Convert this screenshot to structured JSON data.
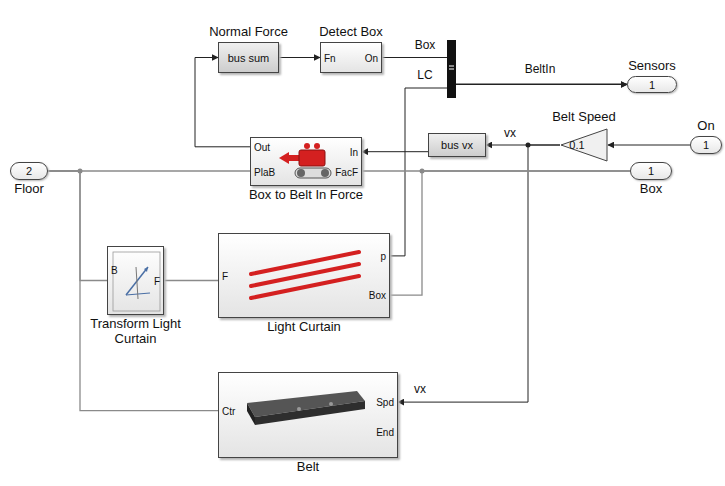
{
  "diagram": {
    "nodes": [
      {
        "text": [
          "Normal Force",
          "bus sum"
        ]
      },
      {
        "text": [
          "Detect Box",
          "Fn",
          "On"
        ]
      },
      {
        "text": [
          "Sensors",
          "1"
        ]
      },
      {
        "text": [
          "Belt Speed",
          "0.1"
        ]
      },
      {
        "text": [
          "On",
          "1"
        ]
      },
      {
        "text": [
          "bus vx"
        ]
      },
      {
        "text": [
          "Box to Belt In Force",
          "Out",
          "In",
          "PlaB",
          "FacF"
        ]
      },
      {
        "text": [
          "Floor",
          "2"
        ]
      },
      {
        "text": [
          "Box",
          "1"
        ]
      },
      {
        "text": [
          "Transform Light Curtain",
          "B",
          "F"
        ]
      },
      {
        "text": [
          "Light Curtain",
          "F",
          "p",
          "Box"
        ]
      },
      {
        "text": [
          "Belt",
          "Ctr",
          "Spd",
          "End"
        ]
      }
    ],
    "edges": [
      {
        "from": 4,
        "to": 3,
        "arrow": "to"
      },
      {
        "from": 3,
        "to": 5,
        "label": "vx",
        "arrow": "to"
      },
      {
        "from": 3,
        "to": 11,
        "label": "vx",
        "arrow": "to"
      },
      {
        "from": 5,
        "to": 6,
        "arrow": "to"
      },
      {
        "from": 6,
        "to": 0,
        "arrow": "to"
      },
      {
        "from": 0,
        "to": 1,
        "arrow": "to"
      },
      {
        "from": 1,
        "to": 2,
        "label": "Box",
        "arrow": "to"
      },
      {
        "from": 10,
        "to": 2,
        "label": "LC",
        "arrow": "to"
      },
      {
        "from": 7,
        "to": 6,
        "arrow": "none"
      },
      {
        "from": 7,
        "to": 9,
        "arrow": "none"
      },
      {
        "from": 7,
        "to": 11,
        "arrow": "none"
      },
      {
        "from": 6,
        "to": 8,
        "arrow": "none"
      },
      {
        "from": 10,
        "to": 8,
        "arrow": "none"
      },
      {
        "from": 9,
        "to": 10,
        "arrow": "none"
      }
    ],
    "labels": [
      "BeltIn"
    ]
  }
}
